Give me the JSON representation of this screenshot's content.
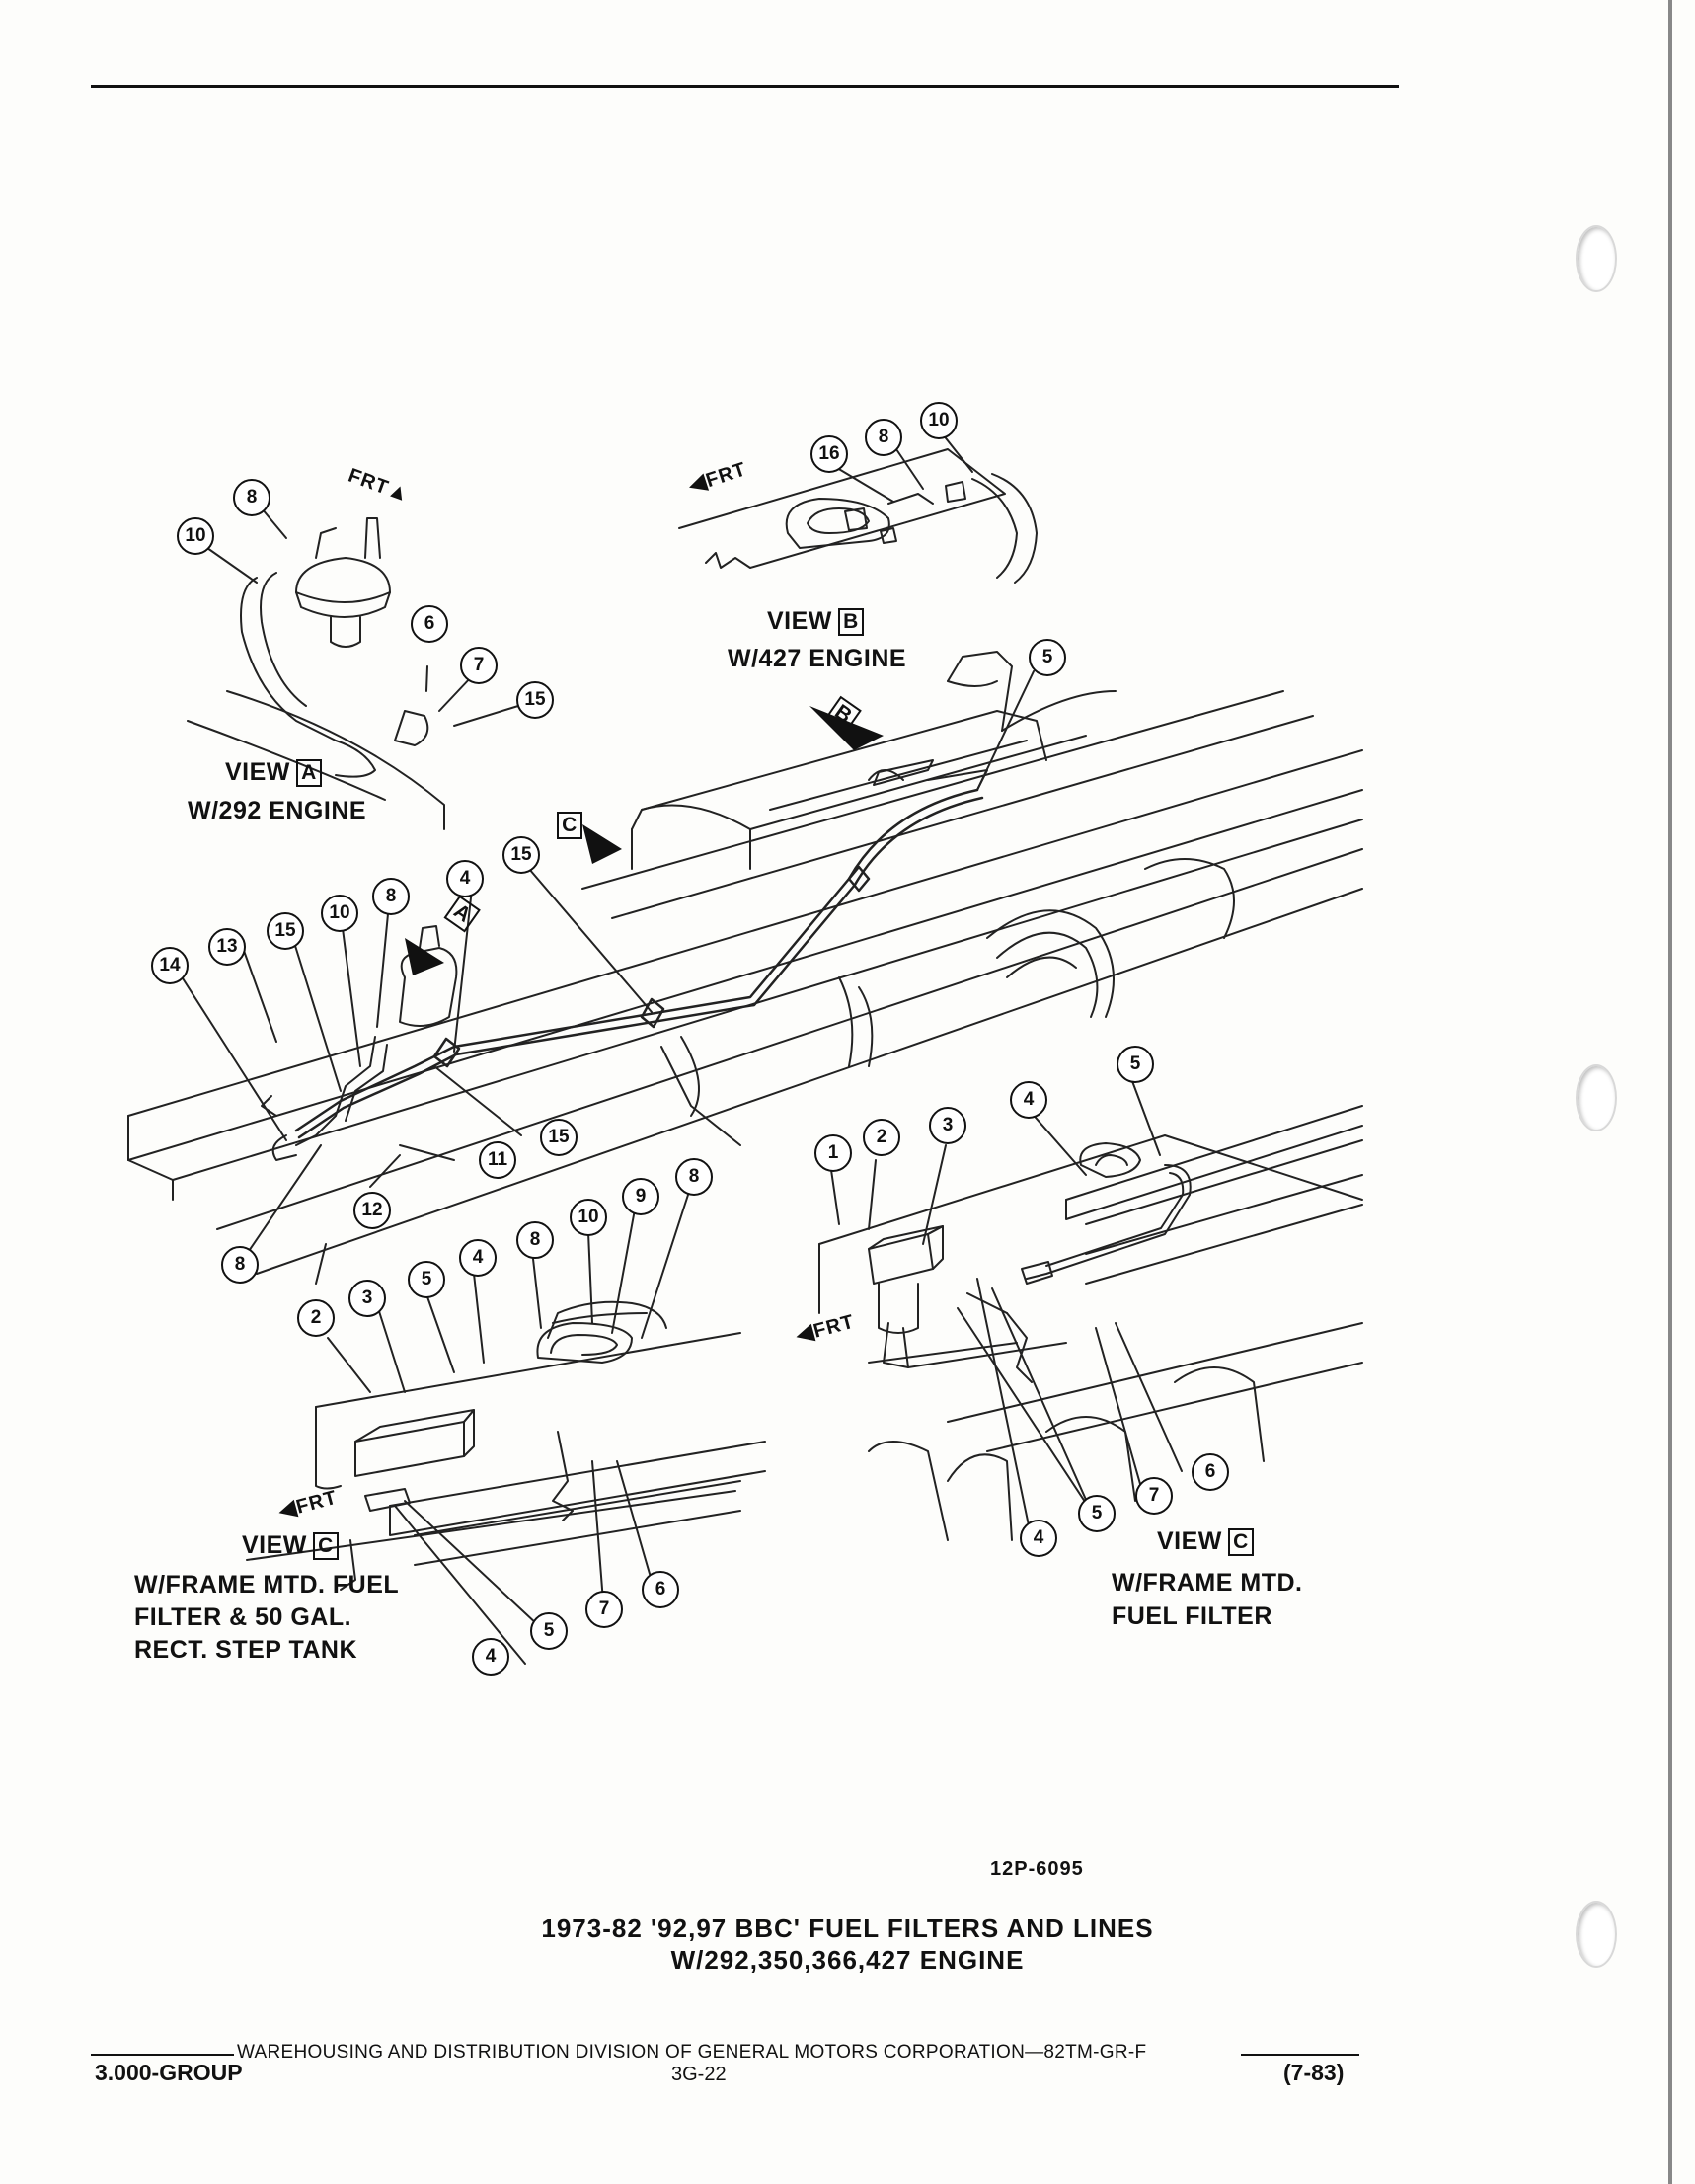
{
  "views": {
    "view_a": {
      "word": "VIEW",
      "letter": "A",
      "engine": "W/292 ENGINE"
    },
    "view_b": {
      "word": "VIEW",
      "letter": "B",
      "engine": "W/427 ENGINE"
    },
    "view_c_left": {
      "word": "VIEW",
      "letter": "C",
      "line1": "W/FRAME MTD. FUEL",
      "line2": "FILTER & 50 GAL.",
      "line3": "RECT. STEP TANK"
    },
    "view_c_right": {
      "word": "VIEW",
      "letter": "C",
      "line1": "W/FRAME MTD.",
      "line2": "FUEL FILTER"
    }
  },
  "frt_label": "FRT",
  "view_markers": {
    "a": "A",
    "b": "B",
    "c": "C"
  },
  "callouts": {
    "view_a": [
      "8",
      "10",
      "6",
      "7",
      "15"
    ],
    "view_b": [
      "16",
      "8",
      "10",
      "5"
    ],
    "main": [
      "15",
      "4",
      "8",
      "10",
      "15",
      "13",
      "14",
      "15",
      "11",
      "12",
      "8"
    ],
    "view_c_left": [
      "2",
      "3",
      "5",
      "4",
      "8",
      "10",
      "9",
      "8",
      "4",
      "5",
      "7",
      "6"
    ],
    "view_c_right": [
      "1",
      "2",
      "3",
      "4",
      "5",
      "4",
      "5",
      "7",
      "6"
    ]
  },
  "figure_number": "12P-6095",
  "caption": {
    "line1": "1973-82 '92,97 BBC' FUEL FILTERS AND LINES",
    "line2": "W/292,350,366,427 ENGINE"
  },
  "footer": {
    "line": "WAREHOUSING AND DISTRIBUTION  DIVISION OF GENERAL MOTORS CORPORATION—82TM-GR-F",
    "group": "3.000-GROUP",
    "page": "3G-22",
    "date": "(7-83)"
  }
}
